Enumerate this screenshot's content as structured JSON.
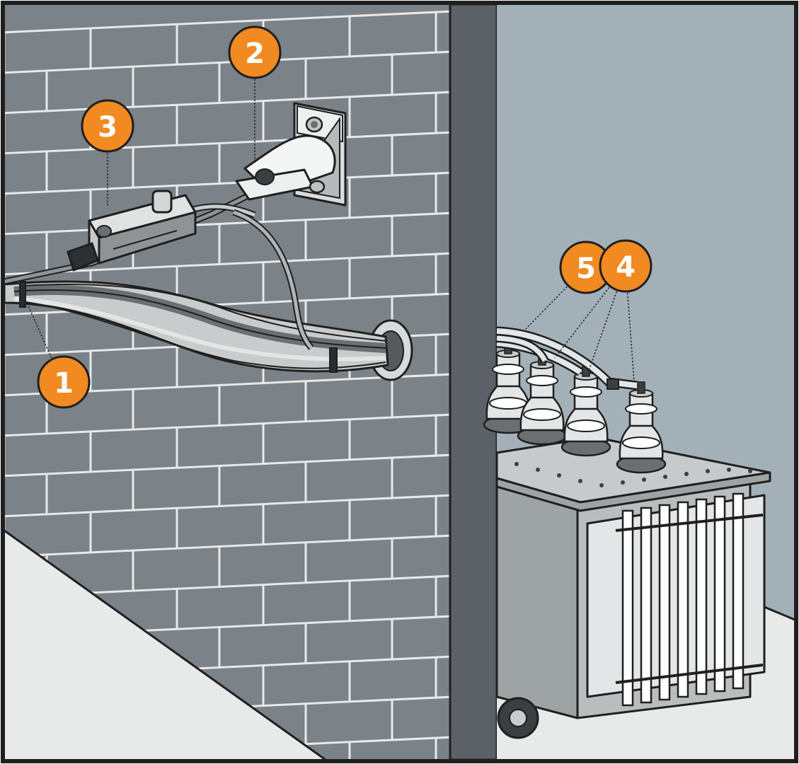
{
  "callouts": [
    {
      "id": "1",
      "label": "1"
    },
    {
      "id": "2",
      "label": "2"
    },
    {
      "id": "3",
      "label": "3"
    },
    {
      "id": "4",
      "label": "4"
    },
    {
      "id": "5",
      "label": "5"
    }
  ],
  "colors": {
    "callout": "#f18a21",
    "callout_text": "#ffffff",
    "outline": "#1f1f1f",
    "brick_wall": "#7b8288",
    "mortar": "#e9e9e9",
    "ground": "#e8eaea",
    "pillar": "#5b6166",
    "room_wall": "#a3b0b8",
    "transformer": "#b9bdbd",
    "porcelain": "#e3e6e6",
    "cable_light": "#c9cccc",
    "cable_dark": "#6a6f72"
  }
}
